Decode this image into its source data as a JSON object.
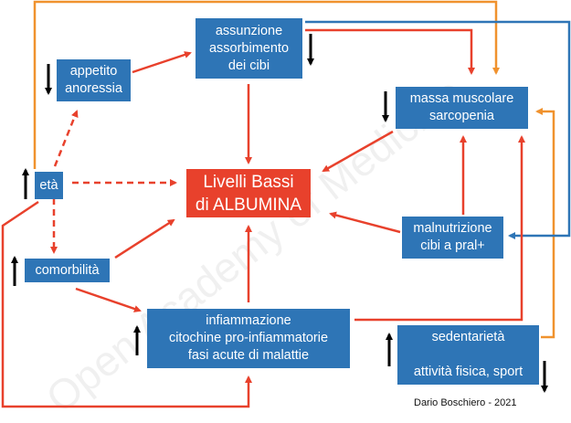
{
  "watermark": "Open Academy of Medicine",
  "nodes": {
    "assunzione": [
      "assunzione",
      "assorbimento",
      "dei cibi"
    ],
    "appetito": [
      "appetito",
      "anoressia"
    ],
    "massa": [
      "massa muscolare",
      "sarcopenia"
    ],
    "eta": [
      "età"
    ],
    "albumina": [
      "Livelli Bassi",
      "di ALBUMINA"
    ],
    "malnutrizione": [
      "malnutrizione",
      "cibi a pral+"
    ],
    "comorbilita": [
      "comorbilità"
    ],
    "infiammazione": [
      "infiammazione",
      "citochine pro-infiammatorie",
      "fasi acute di malattie"
    ],
    "sedentarieta": [
      "sedentarietà",
      "",
      "attività fisica, sport"
    ]
  },
  "signature": "Dario Boschiero - 2021",
  "colors": {
    "box": "#2e75b6",
    "albumina": "#e8412c",
    "arrow_red": "#e8412c",
    "arrow_blue": "#2e75b6",
    "arrow_orange": "#f0922e"
  }
}
